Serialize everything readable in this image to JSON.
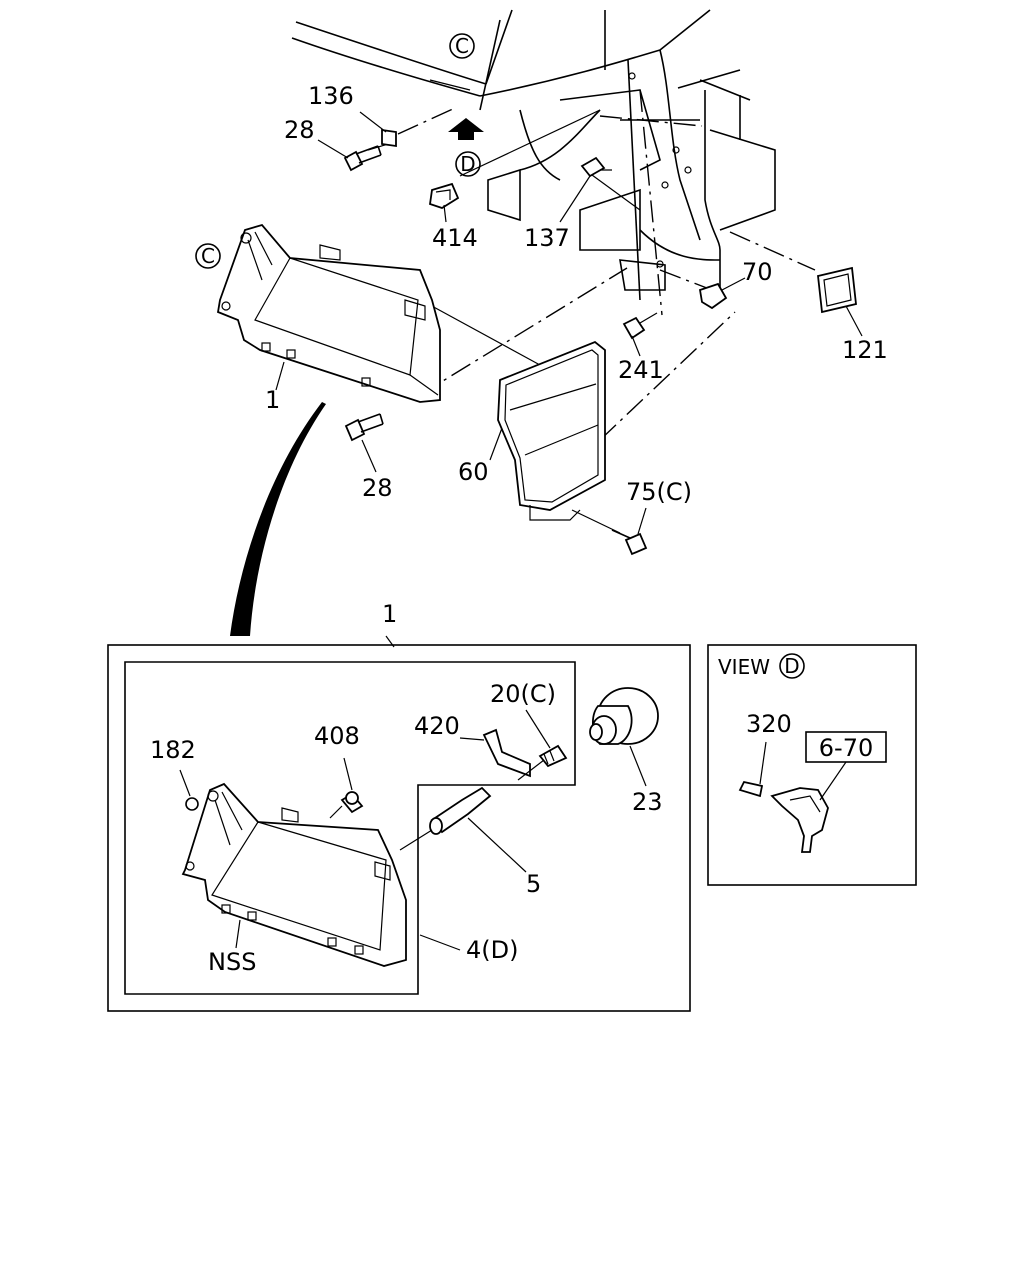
{
  "callouts": {
    "c_top": "C",
    "c_left": "C",
    "d_top": "D",
    "d_view": "D"
  },
  "labels": {
    "p136": "136",
    "p28_top": "28",
    "p414": "414",
    "p137": "137",
    "p70": "70",
    "p121": "121",
    "p241": "241",
    "p1_top": "1",
    "p28_mid": "28",
    "p60": "60",
    "p75c": "75(C)",
    "p1_inset": "1",
    "p20c": "20(C)",
    "p420": "420",
    "p408": "408",
    "p182": "182",
    "p23": "23",
    "p5": "5",
    "pNSS": "NSS",
    "p4d": "4(D)"
  },
  "view_panel": {
    "title": "VIEW",
    "p320": "320",
    "ref_box": "6-70"
  }
}
